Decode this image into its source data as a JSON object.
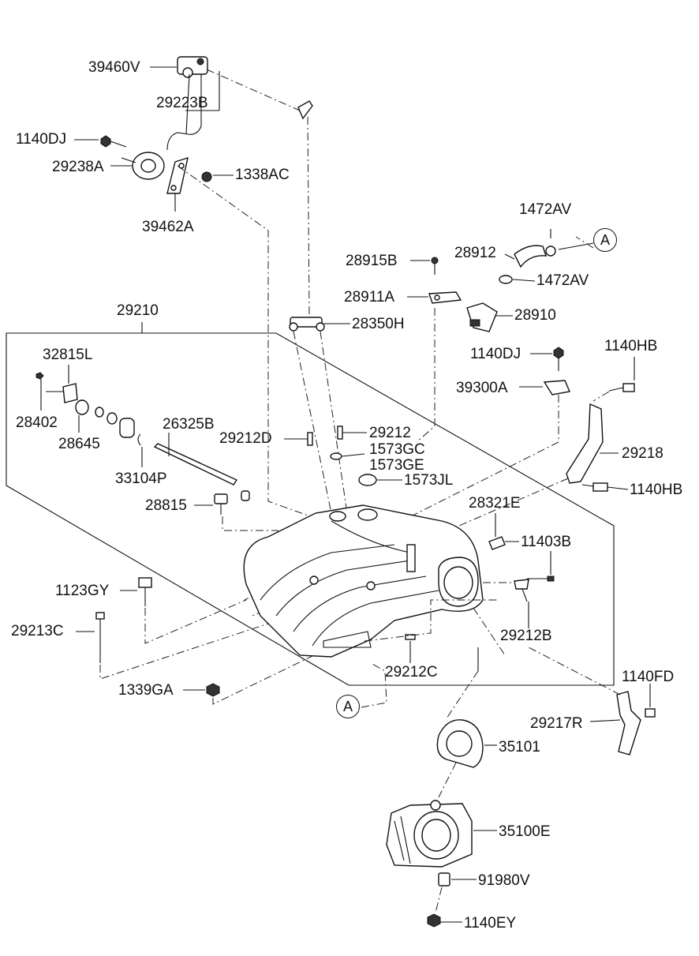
{
  "labels": {
    "p39460V": "39460V",
    "p29223B": "29223B",
    "p1140DJ_a": "1140DJ",
    "p29238A": "29238A",
    "p1338AC": "1338AC",
    "p39462A": "39462A",
    "p1472AV_a": "1472AV",
    "p28912": "28912",
    "p28915B": "28915B",
    "p1472AV_b": "1472AV",
    "p28911A": "28911A",
    "p28910": "28910",
    "p29210": "29210",
    "p28350H": "28350H",
    "p1140DJ_b": "1140DJ",
    "p1140HB_a": "1140HB",
    "p32815L": "32815L",
    "p39300A": "39300A",
    "p28402": "28402",
    "p28645": "28645",
    "p26325B": "26325B",
    "p29212D": "29212D",
    "p29212": "29212",
    "p1573GC": "1573GC",
    "p1573GE": "1573GE",
    "p29218": "29218",
    "p33104P": "33104P",
    "p1573JL": "1573JL",
    "p1140HB_b": "1140HB",
    "p28815": "28815",
    "p28321E": "28321E",
    "p11403B": "11403B",
    "p1123GY": "1123GY",
    "p29213C": "29213C",
    "p29212B": "29212B",
    "p29212C": "29212C",
    "p1140FD": "1140FD",
    "p1339GA": "1339GA",
    "p29217R": "29217R",
    "p35101": "35101",
    "p35100E": "35100E",
    "p91980V": "91980V",
    "p1140EY": "1140EY"
  },
  "callouts": {
    "a_top": "A",
    "a_bottom": "A"
  }
}
